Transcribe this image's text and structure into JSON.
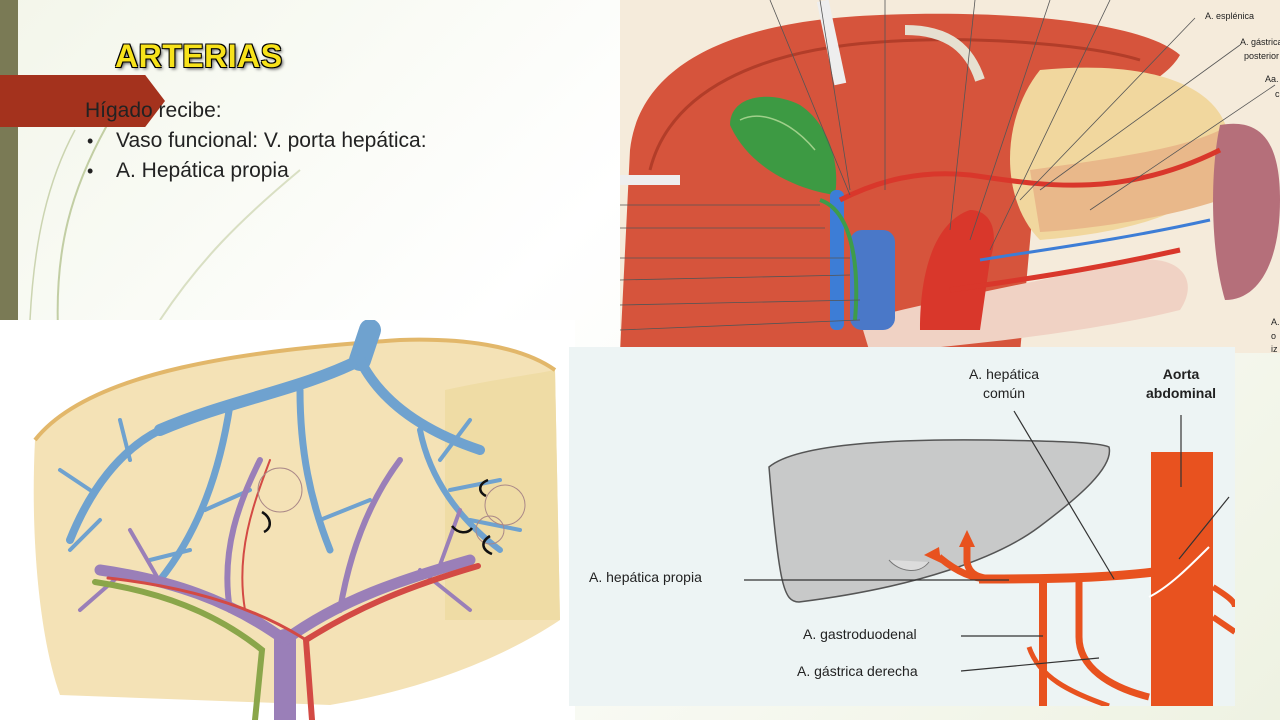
{
  "slide": {
    "title": "ARTERIAS",
    "intro": "Hígado recibe:",
    "bullets": [
      "Vaso funcional: V. porta hepática:",
      "A. Hepática propia"
    ]
  },
  "figure_top": {
    "labels": {
      "splenic": "A. esplénica",
      "gastric_1": "A. gástrica",
      "gastric_2": "posterior",
      "aa": "Aa.",
      "aa_cont": "c",
      "right_a": "A.",
      "right_o": "o",
      "right_iz": "iz"
    }
  },
  "figure_diagram": {
    "labels": {
      "hepatica_comun_1": "A. hepática",
      "hepatica_comun_2": "común",
      "aorta_1": "Aorta",
      "aorta_2": "abdominal",
      "hepatica_propia": "A. hepática propia",
      "gastroduodenal": "A. gastroduodenal",
      "gastrica_derecha": "A. gástrica derecha"
    },
    "colors": {
      "artery": "#e8521f",
      "liver": "#c8c9c9",
      "background": "#edf4f4"
    }
  },
  "colors": {
    "title": "#f7e21a",
    "accent_tab": "#a4321d",
    "left_bar": "#7a7a55"
  }
}
